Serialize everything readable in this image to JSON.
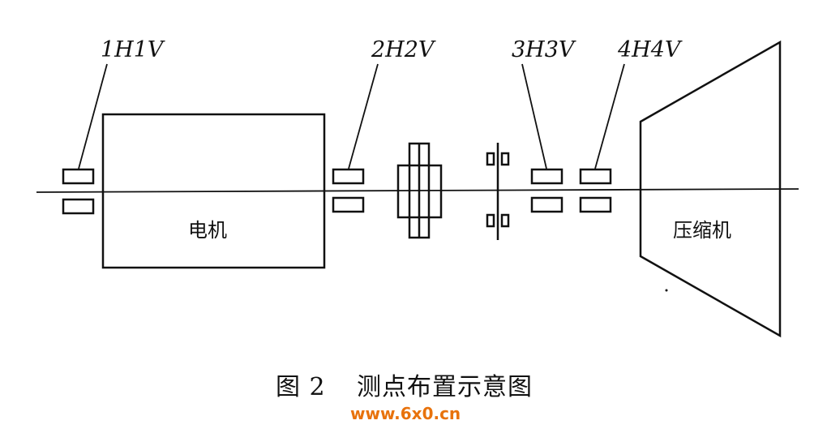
{
  "diagram": {
    "sensor_labels": [
      "1H1V",
      "2H2V",
      "3H3V",
      "4H4V"
    ],
    "motor_label": "电机",
    "compressor_label": "压缩机",
    "caption_number": "图 2",
    "caption_text": "测点布置示意图"
  },
  "watermark": {
    "text": "www.6x0.cn",
    "color": "#e8720c"
  },
  "colors": {
    "line": "#111111",
    "background": "#ffffff"
  }
}
